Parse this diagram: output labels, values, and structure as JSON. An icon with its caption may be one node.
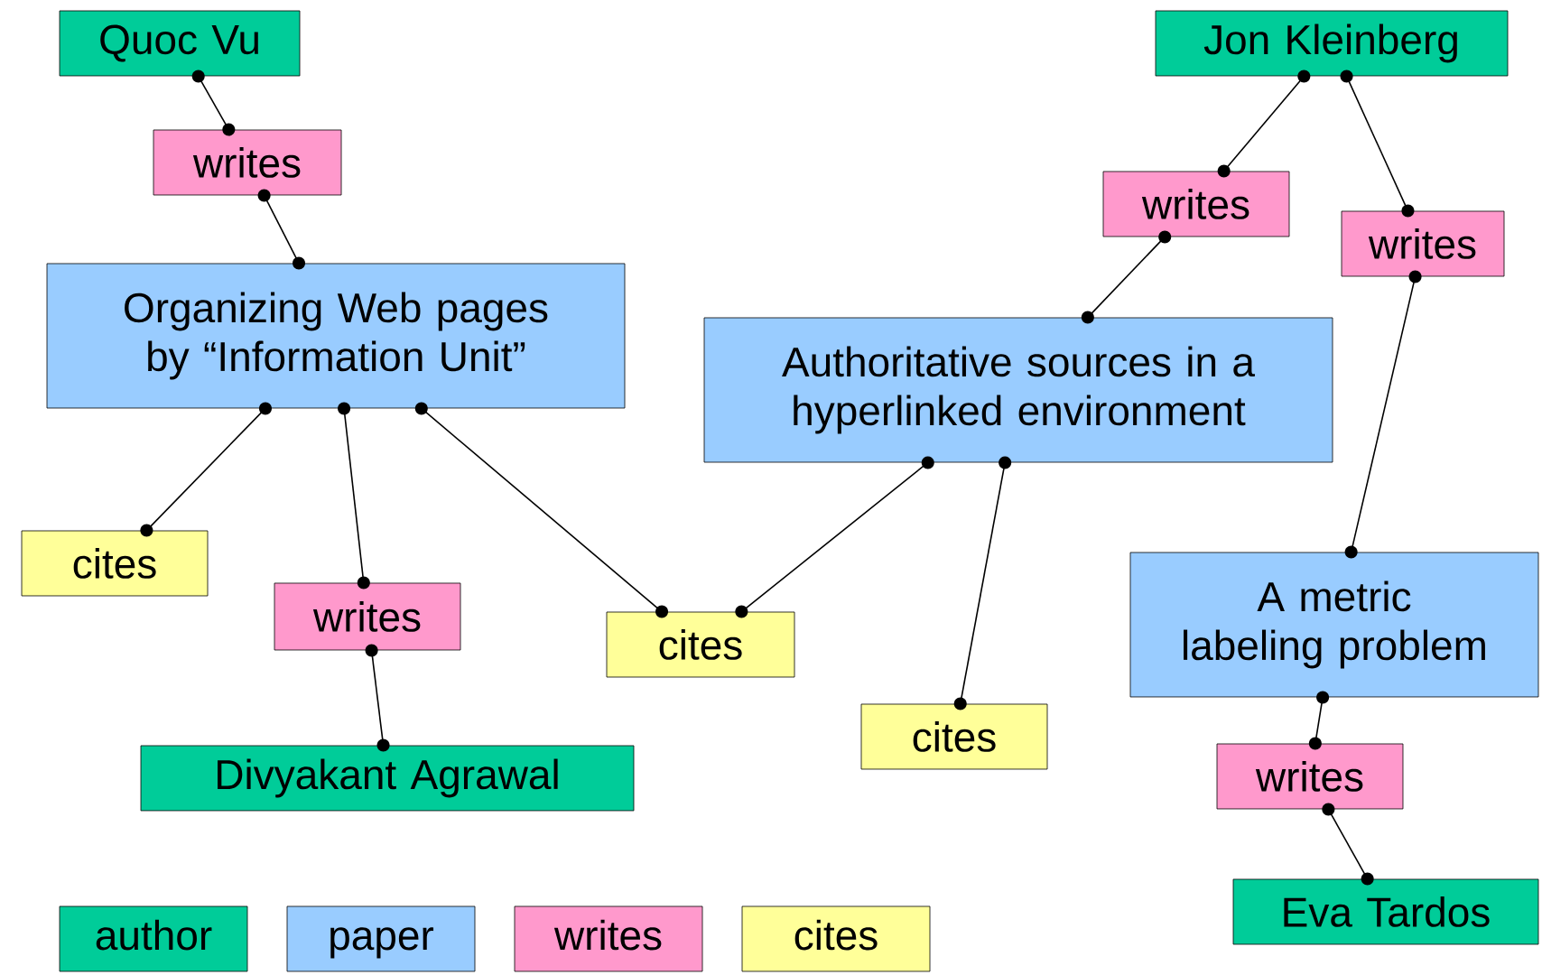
{
  "diagram": {
    "nodes": [
      {
        "text": [
          "Quoc Vu"
        ]
      },
      {
        "text": [
          "Jon Kleinberg"
        ]
      },
      {
        "text": [
          "writes"
        ]
      },
      {
        "text": [
          "writes"
        ]
      },
      {
        "text": [
          "writes"
        ]
      },
      {
        "text": [
          "Organizing Web pages by “Information Unit”"
        ]
      },
      {
        "text": [
          "Authoritative sources in a hyperlinked environment"
        ]
      },
      {
        "text": [
          "cites"
        ]
      },
      {
        "text": [
          "writes"
        ]
      },
      {
        "text": [
          "cites"
        ]
      },
      {
        "text": [
          "A metric labeling problem"
        ]
      },
      {
        "text": [
          "cites"
        ]
      },
      {
        "text": [
          "writes"
        ]
      },
      {
        "text": [
          "Divyakant Agrawal"
        ]
      },
      {
        "text": [
          "Eva Tardos"
        ]
      }
    ],
    "edges": [
      {
        "from": 0,
        "to": 2,
        "arrow": "other"
      },
      {
        "from": 2,
        "to": 5,
        "arrow": "other"
      },
      {
        "from": 1,
        "to": 3,
        "arrow": "other"
      },
      {
        "from": 1,
        "to": 4,
        "arrow": "other"
      },
      {
        "from": 3,
        "to": 6,
        "arrow": "other"
      },
      {
        "from": 4,
        "to": 10,
        "arrow": "other"
      },
      {
        "from": 5,
        "to": 7,
        "arrow": "other"
      },
      {
        "from": 5,
        "to": 8,
        "arrow": "other"
      },
      {
        "from": 5,
        "to": 9,
        "arrow": "other"
      },
      {
        "from": 8,
        "to": 13,
        "arrow": "other"
      },
      {
        "from": 6,
        "to": 9,
        "arrow": "other"
      },
      {
        "from": 6,
        "to": 11,
        "arrow": "other"
      },
      {
        "from": 10,
        "to": 12,
        "arrow": "other"
      },
      {
        "from": 12,
        "to": 14,
        "arrow": "other"
      }
    ],
    "legend": [
      {
        "text": "author",
        "color": "#00cc99"
      },
      {
        "text": "paper",
        "color": "#99ccff"
      },
      {
        "text": "writes",
        "color": "#ff99cc"
      },
      {
        "text": "cites",
        "color": "#ffff99"
      }
    ]
  }
}
